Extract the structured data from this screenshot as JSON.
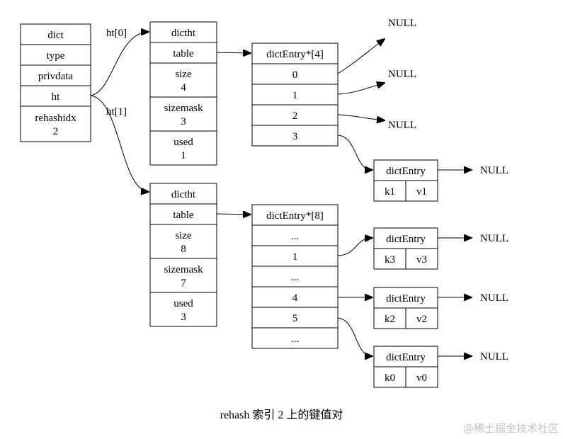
{
  "dict": {
    "fields": [
      "dict",
      "type",
      "privdata",
      "ht"
    ],
    "rehashidx_label": "rehashidx",
    "rehashidx_value": "2"
  },
  "edges": {
    "ht0_label": "ht[0]",
    "ht1_label": "ht[1]"
  },
  "ht0": {
    "title": "dictht",
    "table_label": "table",
    "size_label": "size",
    "size_value": "4",
    "sizemask_label": "sizemask",
    "sizemask_value": "3",
    "used_label": "used",
    "used_value": "1"
  },
  "ht1": {
    "title": "dictht",
    "table_label": "table",
    "size_label": "size",
    "size_value": "8",
    "sizemask_label": "sizemask",
    "sizemask_value": "7",
    "used_label": "used",
    "used_value": "3"
  },
  "table0": {
    "title": "dictEntry*[4]",
    "slots": [
      "0",
      "1",
      "2",
      "3"
    ]
  },
  "table1": {
    "title": "dictEntry*[8]",
    "slots": [
      "...",
      "1",
      "...",
      "4",
      "5",
      "..."
    ]
  },
  "entries": [
    {
      "title": "dictEntry",
      "key": "k1",
      "value": "v1"
    },
    {
      "title": "dictEntry",
      "key": "k3",
      "value": "v3"
    },
    {
      "title": "dictEntry",
      "key": "k2",
      "value": "v2"
    },
    {
      "title": "dictEntry",
      "key": "k0",
      "value": "v0"
    }
  ],
  "null_label": "NULL",
  "caption": "rehash 索引 2 上的键值对",
  "watermark": "@稀土掘金技术社区"
}
